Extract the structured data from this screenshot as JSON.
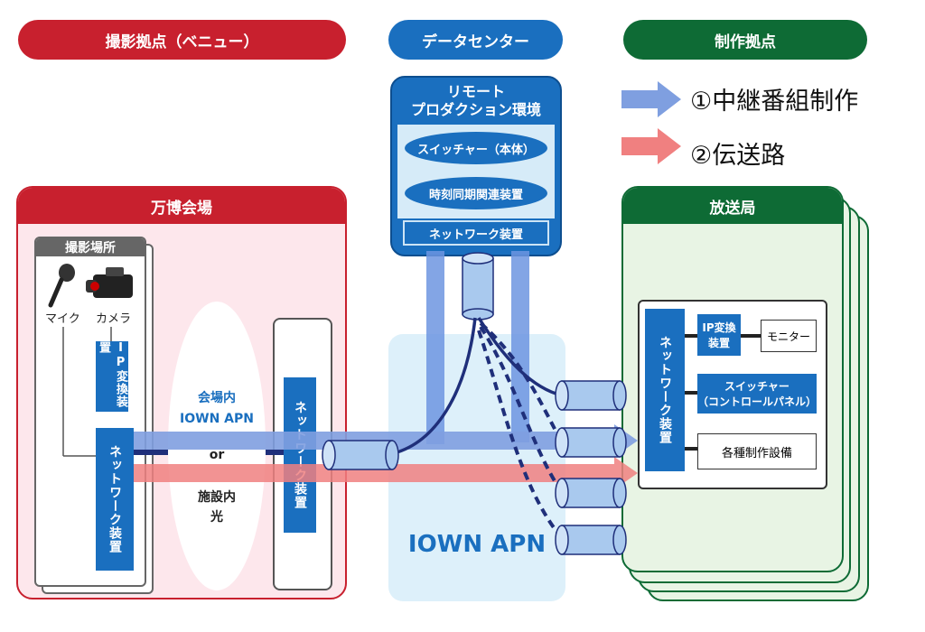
{
  "headers": {
    "venue": "撮影拠点（ベニュー）",
    "datacenter": "データセンター",
    "production": "制作拠点"
  },
  "expo": {
    "title": "万博会場",
    "shooting_place": "撮影場所",
    "mic": "マイク",
    "camera": "カメラ",
    "ip_converter": "IP変換装置",
    "network_device_left": "ネットワーク装置",
    "in_venue_line1": "会場内",
    "in_venue_line2": "IOWN APN",
    "or": "or",
    "facility_line1": "施設内",
    "facility_line2": "光",
    "network_device_right": "ネットワーク装置"
  },
  "remote": {
    "title_line1": "リモート",
    "title_line2": "プロダクション環境",
    "switcher": "スイッチャー（本体）",
    "time_sync": "時刻同期関連装置",
    "network_device": "ネットワーク装置"
  },
  "apn_label": "IOWN APN",
  "legend": {
    "relay": "①中継番組制作",
    "transmission": "②伝送路",
    "relay_color": "#7f9fe0",
    "transmission_color": "#f08080"
  },
  "broadcast": {
    "title": "放送局",
    "network_device": "ネットワーク装置",
    "ip_converter": "IP変換装置",
    "monitor": "モニター",
    "switcher_line1": "スイッチャー",
    "switcher_line2": "（コントロールパネル）",
    "facilities": "各種制作設備"
  }
}
